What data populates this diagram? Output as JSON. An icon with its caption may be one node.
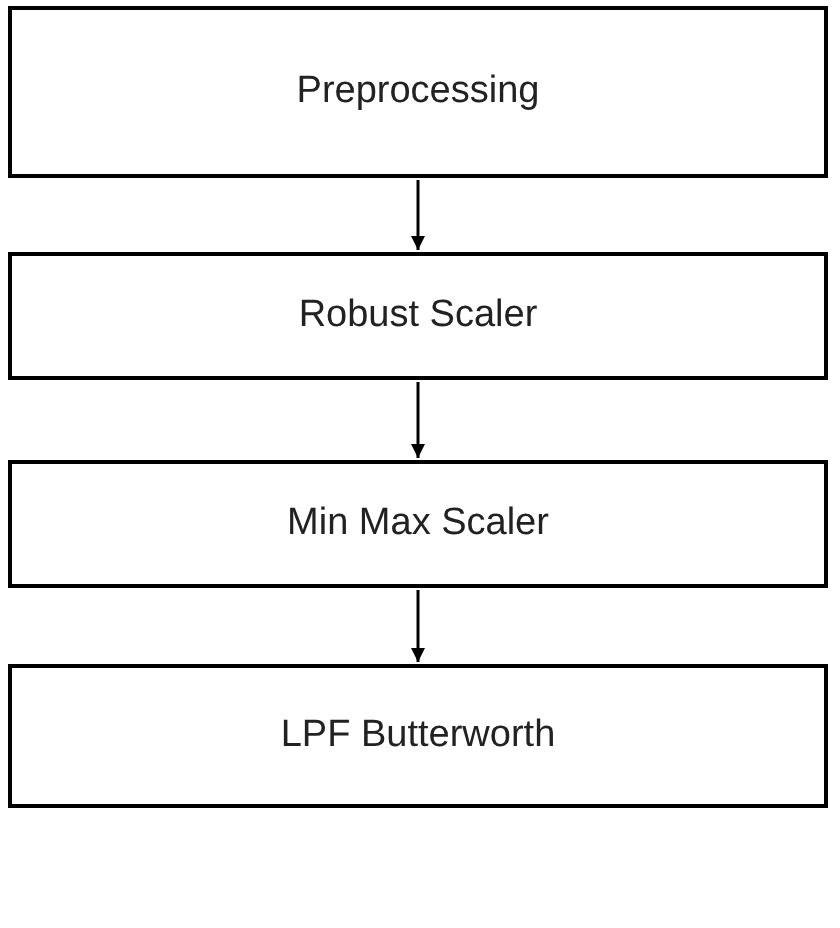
{
  "diagram": {
    "nodes": [
      {
        "text": [
          "Preprocessing"
        ]
      },
      {
        "text": [
          "Robust Scaler"
        ]
      },
      {
        "text": [
          "Min Max Scaler"
        ]
      },
      {
        "text": [
          "LPF Butterworth"
        ]
      }
    ],
    "edges": [
      {
        "from": 0,
        "to": 1,
        "arrow": "to"
      },
      {
        "from": 1,
        "to": 2,
        "arrow": "to"
      },
      {
        "from": 2,
        "to": 3,
        "arrow": "to"
      }
    ]
  }
}
